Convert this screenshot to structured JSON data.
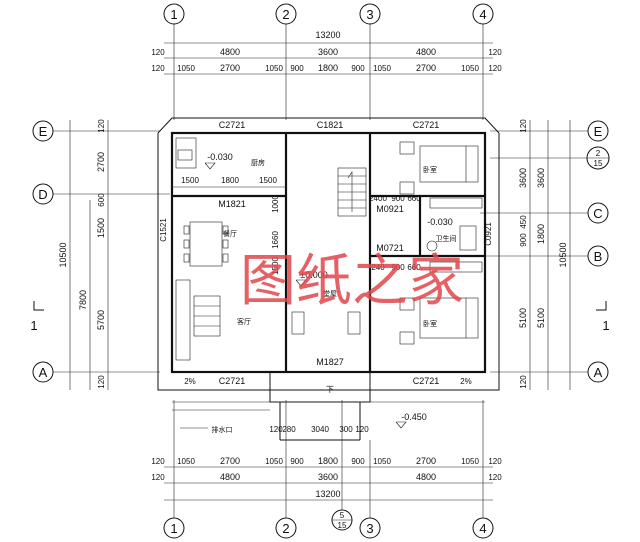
{
  "axes_vertical": [
    "1",
    "2",
    "3",
    "4"
  ],
  "axes_horizontal": [
    "E",
    "D",
    "C",
    "B",
    "A"
  ],
  "dims": {
    "overall": "13200",
    "top_row": [
      "120",
      "4800",
      "3600",
      "4800",
      "120"
    ],
    "sub_row": [
      "120",
      "1050",
      "2700",
      "1050",
      "900",
      "1800",
      "900",
      "1050",
      "2700",
      "1050",
      "120"
    ],
    "left_total": "10500",
    "left_a": [
      "120",
      "2700",
      "600",
      "1500",
      "5700",
      "120"
    ],
    "left_b": "7800",
    "right_a": [
      "120",
      "3600",
      "450",
      "900",
      "5100",
      "120"
    ],
    "right_b": [
      "3600",
      "1800",
      "5100"
    ],
    "right_total": "10500",
    "bottom_porch": [
      "120",
      "280",
      "3040",
      "300",
      "120"
    ]
  },
  "windows": {
    "top_left": "C2721",
    "top_mid": "C1821",
    "top_right": "C2721",
    "bottom_left": "C2721",
    "bottom_right": "C2721",
    "side_left": "C1521",
    "side_right": "C0921"
  },
  "doors": {
    "dining": "M1821",
    "main": "M1827",
    "bath_top": "M0921",
    "bath_bottom": "M0721"
  },
  "rooms": {
    "kitchen": "厨房",
    "dining": "餐厅",
    "living": "客厅",
    "hall": "堂屋",
    "bedroom_top": "卧室",
    "bedroom_bottom": "卧室",
    "bathroom": "卫生间"
  },
  "levels": {
    "kitchen": "-0.030",
    "floor": "±0.000",
    "bath": "-0.030",
    "outside": "-0.450"
  },
  "misc": {
    "slope_left": "2%",
    "slope_right": "2%",
    "drain": "排水口",
    "stair_label": "下",
    "section_mark": "1",
    "detail_top": "2",
    "detail_top_sheet": "15",
    "detail_bottom": "5",
    "detail_bottom_sheet": "15",
    "kitchen_dims": [
      "1500",
      "1800",
      "1500"
    ],
    "bath_dims": [
      "2400",
      "900",
      "660"
    ],
    "bath_dims2": [
      "240",
      "900",
      "660"
    ],
    "side_dims": [
      "1000",
      "1660",
      "1500"
    ]
  },
  "watermark": "图纸之家"
}
